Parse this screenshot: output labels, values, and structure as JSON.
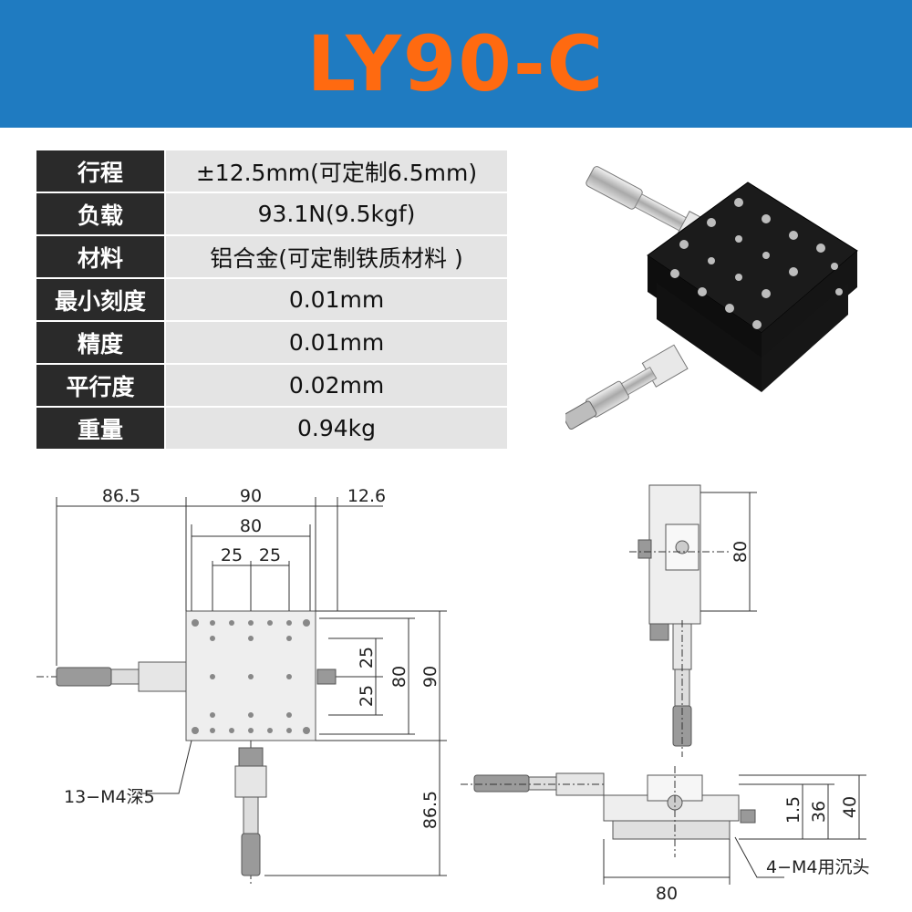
{
  "title": "LY90-C",
  "specs": [
    {
      "label": "行程",
      "value": "±12.5mm(可定制6.5mm)"
    },
    {
      "label": "负载",
      "value": "93.1N(9.5kgf)"
    },
    {
      "label": "材料",
      "value": "铝合金(可定制铁质材料 )"
    },
    {
      "label": "最小刻度",
      "value": "0.01mm"
    },
    {
      "label": "精度",
      "value": "0.01mm"
    },
    {
      "label": "平行度",
      "value": "0.02mm"
    },
    {
      "label": "重量",
      "value": "0.94kg"
    }
  ],
  "drawing": {
    "dims": {
      "d86_5_top": "86.5",
      "d90_top": "90",
      "d12_6": "12.6",
      "d80_top": "80",
      "d25a": "25",
      "d25b": "25",
      "d25_r1": "25",
      "d25_r2": "25",
      "d80_r": "80",
      "d90_r": "90",
      "d86_5_v": "86.5",
      "d80_side": "80",
      "d1_5": "1.5",
      "d36": "36",
      "d40": "40",
      "d80_bottom": "80"
    },
    "notes": {
      "holes": "13−M4深5",
      "countersink": "4−M4用沉头"
    }
  }
}
